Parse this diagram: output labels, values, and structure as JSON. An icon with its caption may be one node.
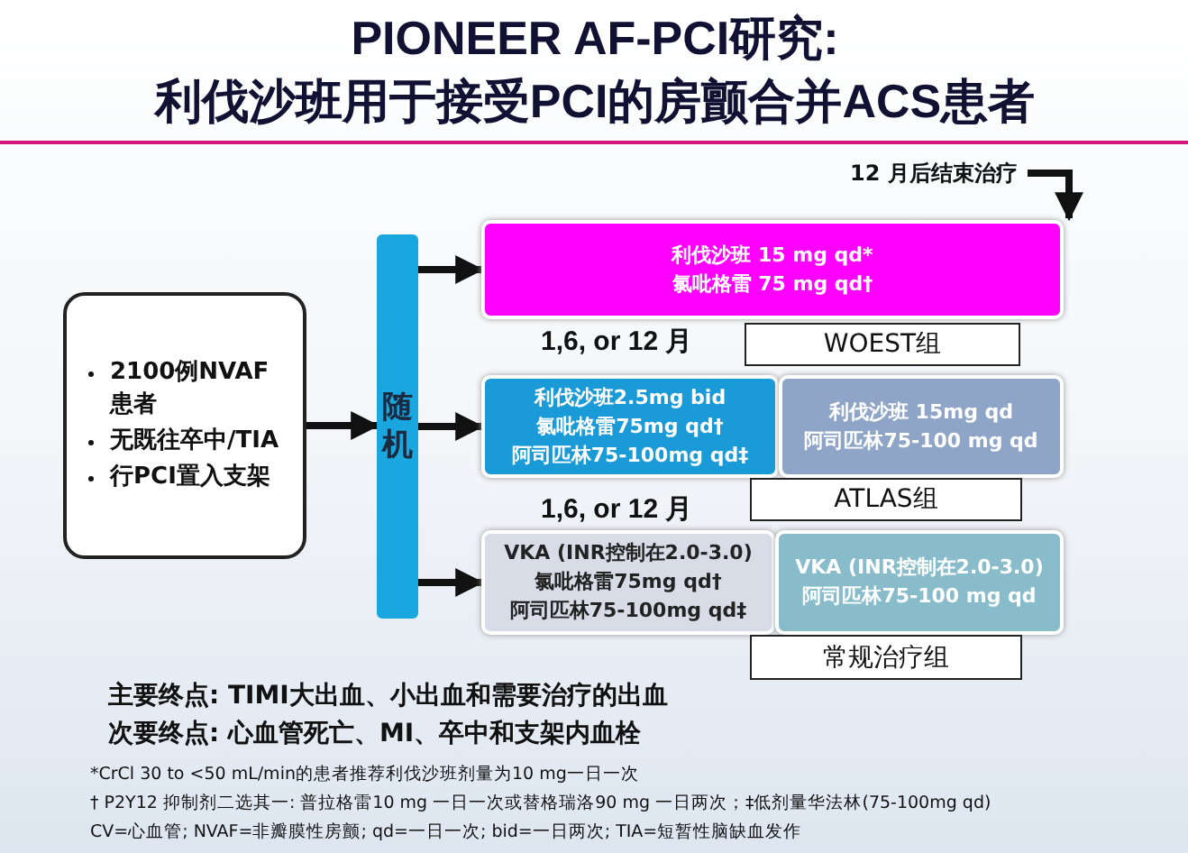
{
  "diagram": {
    "title": "PIONEER AF-PCI研究: 利伐沙班用于接受PCI的房颤合并ACS患者",
    "nodes": [
      {
        "text": [
          "2100例NVAF患者",
          "无既往卒中/TIA",
          "行PCI置入支架"
        ]
      },
      {
        "text": [
          "随机"
        ]
      },
      {
        "text": [
          "利伐沙班 15 mg qd*",
          "氯吡格雷 75 mg qd†"
        ]
      },
      {
        "text": [
          "利伐沙班2.5mg bid",
          "氯吡格雷75mg qd†",
          "阿司匹林75-100mg qd‡"
        ]
      },
      {
        "text": [
          "利伐沙班 15mg qd",
          "阿司匹林75-100 mg qd"
        ]
      },
      {
        "text": [
          "VKA (INR控制在2.0-3.0)",
          "氯吡格雷75mg qd†",
          "阿司匹林75-100mg qd‡"
        ]
      },
      {
        "text": [
          "VKA (INR控制在2.0-3.0)",
          "阿司匹林75-100 mg qd"
        ]
      },
      {
        "text": [
          "12 月后结束治疗"
        ]
      },
      {
        "text": [
          "WOEST组"
        ]
      },
      {
        "text": [
          "ATLAS组"
        ]
      },
      {
        "text": [
          "常规治疗组"
        ]
      }
    ],
    "edges": [
      {
        "from": 0,
        "to": 1,
        "arrow": "to"
      },
      {
        "from": 1,
        "to": 2,
        "arrow": "to"
      },
      {
        "from": 1,
        "to": 3,
        "arrow": "to"
      },
      {
        "from": 1,
        "to": 5,
        "arrow": "to"
      },
      {
        "from": 7,
        "to": 2,
        "arrow": "to"
      }
    ],
    "labels": [
      "1,6, or 12 月",
      "1,6, or 12 月",
      "主要终点: TIMI大出血、小出血和需要治疗的出血",
      "次要终点: 心血管死亡、MI、卒中和支架内血栓",
      "*CrCl 30 to <50 mL/min的患者推荐利伐沙班剂量为10 mg一日一次",
      "† P2Y12 抑制剂二选其一: 普拉格雷10 mg 一日一次或替格瑞洛90 mg 一日两次；‡低剂量华法林(75-100mg qd)",
      "CV=心血管; NVAF=非瓣膜性房颤; qd=一日一次; bid=一日两次; TIA=短暂性脑缺血发作"
    ]
  }
}
